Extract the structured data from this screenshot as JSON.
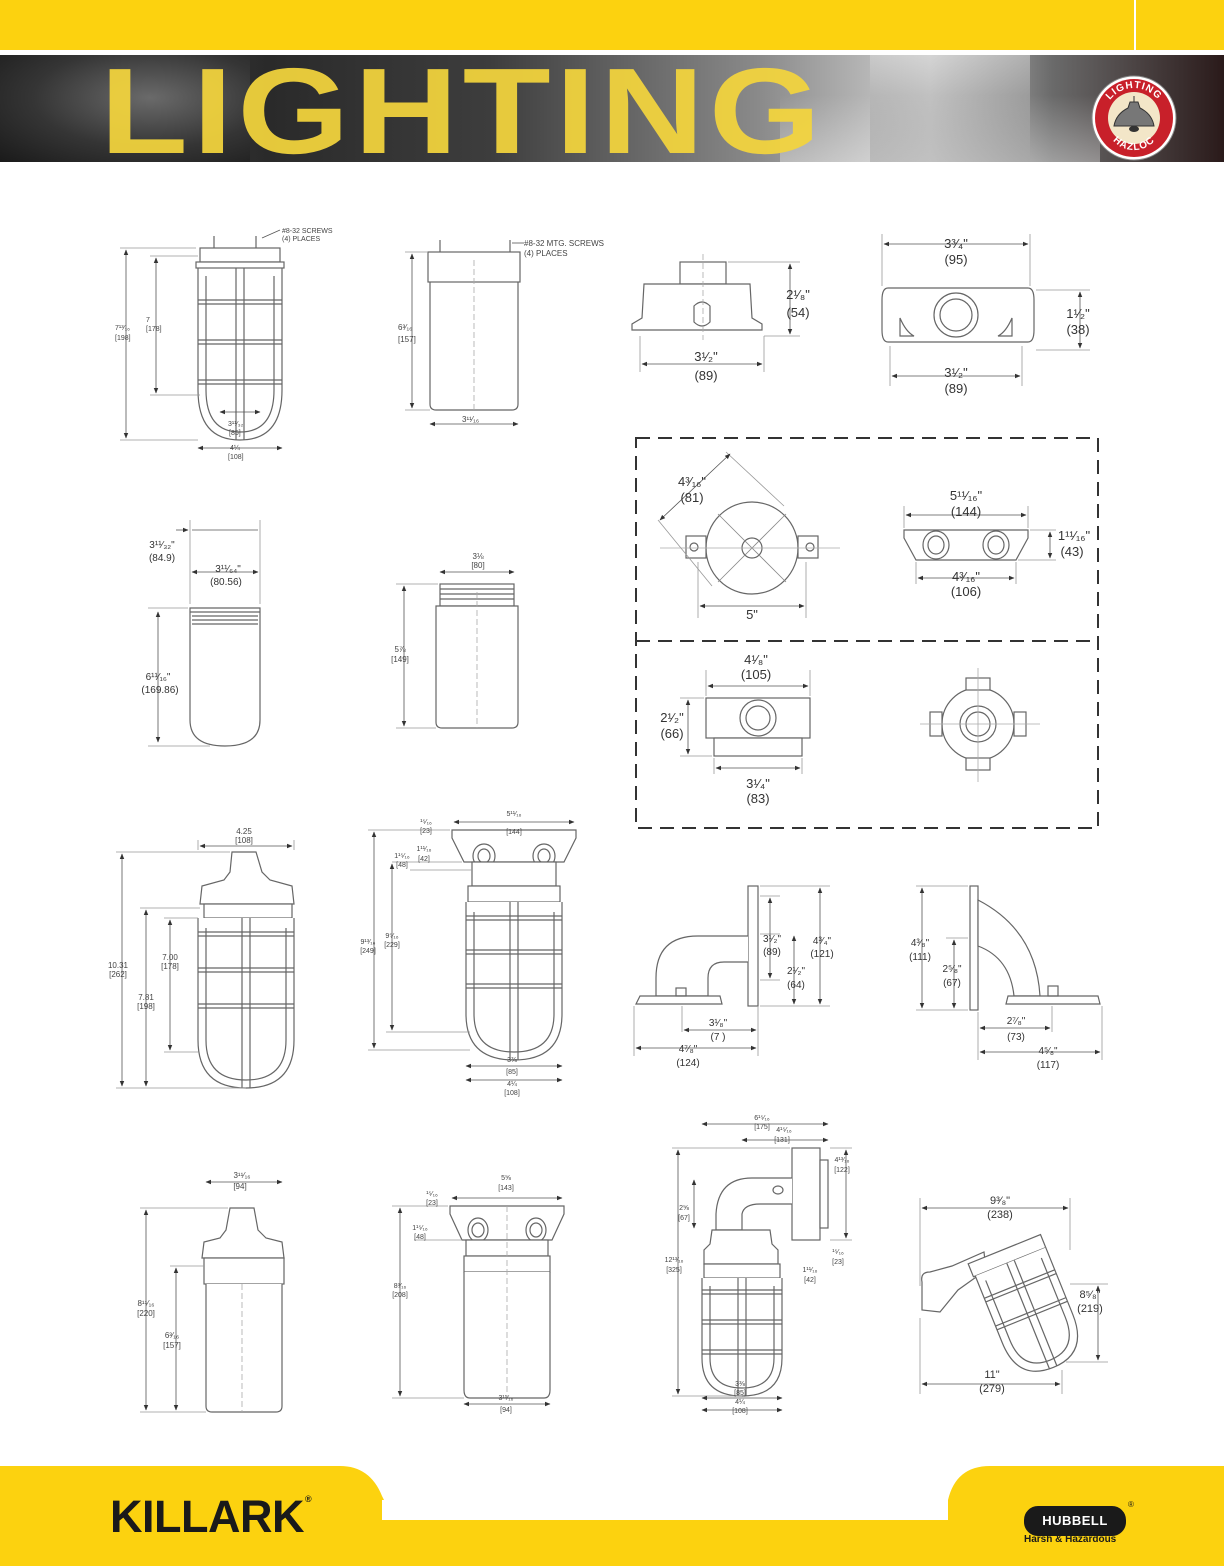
{
  "header": {
    "title": "LIGHTING",
    "badge_icon": "hazloc-lighting-badge-icon",
    "badge_top": "LIGHTING",
    "badge_bottom": "HAZLOC"
  },
  "drawings": {
    "d1": {
      "screws": "#8-32 SCREWS",
      "places": "(4) PLACES",
      "h1": "7¹³⁄₁₆",
      "h1m": "[198]",
      "h2": "7",
      "h2m": "[178]",
      "w1": "3¹¹⁄₃₂",
      "w1m": "[85]",
      "w2": "4¼",
      "w2m": "[108]"
    },
    "d2": {
      "screws": "#8-32 MTG. SCREWS",
      "places": "(4) PLACES",
      "h": "6³⁄₁₆",
      "hm": "[157]",
      "w": "3¹¹⁄₁₆"
    },
    "d3": {
      "h": "2¹⁄₈\"",
      "hm": "(54)",
      "w": "3¹⁄₂\"",
      "wm": "(89)"
    },
    "d4": {
      "w1": "3³⁄₄\"",
      "w1m": "(95)",
      "h": "1¹⁄₂\"",
      "hm": "(38)",
      "w2": "3¹⁄₂\"",
      "w2m": "(89)"
    },
    "d5": {
      "diag": "4³⁄₁₆\"",
      "diagm": "(81)",
      "w": "5\""
    },
    "d6": {
      "w1": "5¹¹⁄₁₆\"",
      "w1m": "(144)",
      "h": "1¹¹⁄₁₆\"",
      "hm": "(43)",
      "w2": "4³⁄₁₆\"",
      "w2m": "(106)"
    },
    "d7": {
      "w1": "3¹¹⁄₃₂\"",
      "w1m": "(84.9)",
      "w2": "3¹¹⁄₆₄\"",
      "w2m": "(80.56)",
      "h": "6¹¹⁄₁₆\"",
      "hm": "(169.86)"
    },
    "d8": {
      "w": "3⅛",
      "wm": "[80]",
      "h": "5⅞",
      "hm": "[149]"
    },
    "d9": {
      "w1": "4¹⁄₈\"",
      "w1m": "(105)",
      "h": "2¹⁄₂\"",
      "hm": "(66)",
      "w2": "3¹⁄₄\"",
      "w2m": "(83)"
    },
    "d11": {
      "w": "4.25",
      "wm": "[108]",
      "h1": "10.31",
      "h1m": "[262]",
      "h2": "7.81",
      "h2m": "[198]",
      "h3": "7.00",
      "h3m": "[178]"
    },
    "d12": {
      "w": "5¹¹⁄₁₆",
      "wm": "[144]",
      "a": "¹⁵⁄₁₆",
      "am": "[23]",
      "b": "1¹¹⁄₁₆",
      "bm": "[42]",
      "c": "1¹⁵⁄₁₆",
      "cm": "[48]",
      "h1": "9¹³⁄₁₆",
      "h1m": "[249]",
      "h2": "9⁵⁄₁₆",
      "h2m": "[229]",
      "b1": "3⅜",
      "b1m": "[85]",
      "b2": "4¼",
      "b2m": "[108]"
    },
    "d13": {
      "h1": "3¹⁄₂\"",
      "h1m": "(89)",
      "h2": "4³⁄₄\"",
      "h2m": "(121)",
      "h3": "2¹⁄₂\"",
      "h3m": "(64)",
      "w1": "3¹⁄₈\"",
      "w1m": "(7 )",
      "w2": "4⁷⁄₈\"",
      "w2m": "(124)"
    },
    "d14": {
      "h1": "4³⁄₈\"",
      "h1m": "(111)",
      "h2": "2⁵⁄₈\"",
      "h2m": "(67)",
      "w1": "2⁷⁄₈\"",
      "w1m": "(73)",
      "w2": "4⁵⁄₈\"",
      "w2m": "(117)"
    },
    "d15": {
      "w": "3¹¹⁄₁₆",
      "wm": "[94]",
      "h1": "8¹¹⁄₁₆",
      "h1m": "[220]",
      "h2": "6³⁄₁₆",
      "h2m": "[157]"
    },
    "d16": {
      "w": "5⅝",
      "wm": "[143]",
      "a": "¹⁵⁄₁₆",
      "am": "[23]",
      "c": "1¹⁵⁄₁₆",
      "cm": "[48]",
      "h": "8³⁄₁₆",
      "hm": "[208]",
      "b": "3¹¹⁄₁₆",
      "bm": "[94]"
    },
    "d17": {
      "w1": "6¹⁵⁄₁₆",
      "w1m": "[175]",
      "w2": "4¹⁵⁄₁₆",
      "w2m": "[131]",
      "a": "2⅝",
      "am": "[67]",
      "h": "12¹³⁄₁₆",
      "hm": "[325]",
      "r": "4¹³⁄₁₆",
      "rm": "[122]",
      "s": "¹⁵⁄₁₆",
      "sm": "[23]",
      "t": "1¹¹⁄₁₆",
      "tm": "[42]",
      "b1": "3⅜",
      "b1m": "[85]",
      "b2": "4¼",
      "b2m": "[108]"
    },
    "d18": {
      "w1": "9³⁄₈\"",
      "w1m": "(238)",
      "h": "8⁵⁄₈\"",
      "hm": "(219)",
      "w2": "11\"",
      "w2m": "(279)"
    }
  },
  "footer": {
    "brand": "KILLARK",
    "brand_reg": "®",
    "partner": "HUBBELL",
    "partner_reg": "®",
    "partner_tagline": "Harsh & Hazardous",
    "colors": {
      "yellow": "#fcd20f",
      "dark": "#1a1a1a"
    }
  }
}
